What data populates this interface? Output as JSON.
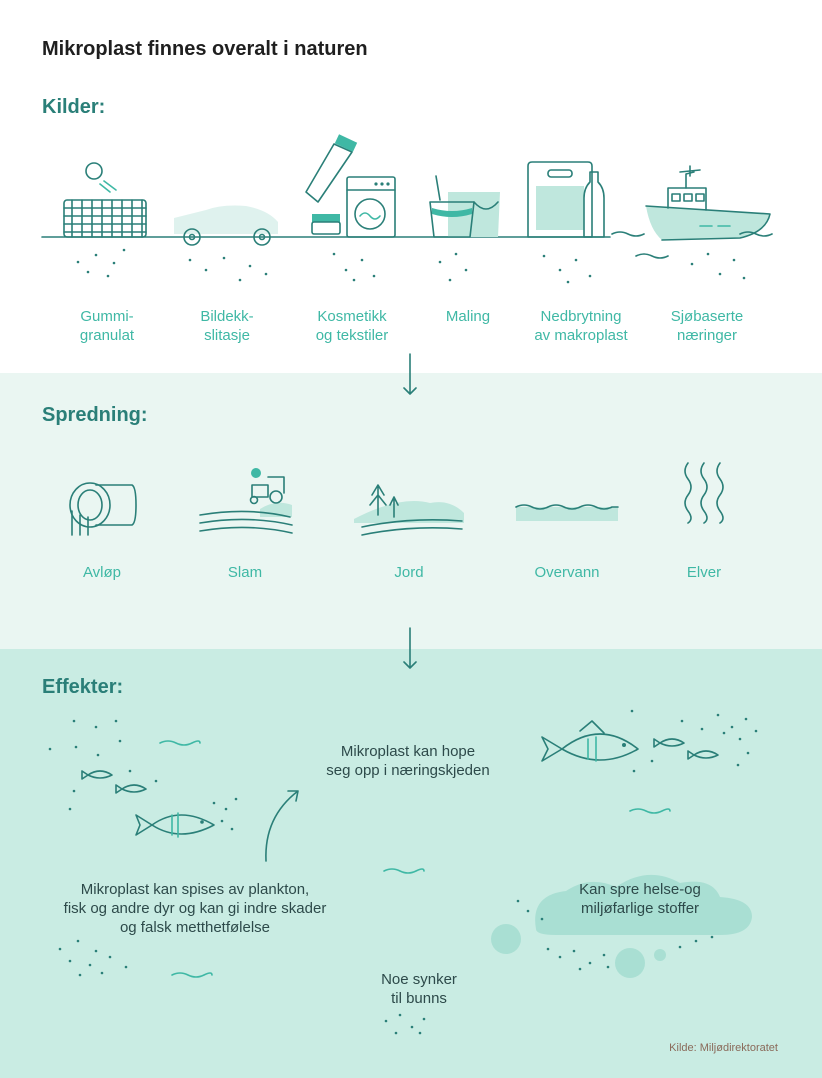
{
  "title": "Mikroplast finnes overalt i naturen",
  "sections": {
    "kilder": {
      "heading": "Kilder:",
      "items": [
        "Gummi-\ngranulat",
        "Bildekk-\nslitasje",
        "Kosmetikk\nog tekstiler",
        "Maling",
        "Nedbrytning\nav makroplast",
        "Sjøbaserte\nnæringer"
      ]
    },
    "spredning": {
      "heading": "Spredning:",
      "items": [
        "Avløp",
        "Slam",
        "Jord",
        "Overvann",
        "Elver"
      ]
    },
    "effekter": {
      "heading": "Effekter:",
      "texts": {
        "food_chain": "Mikroplast kan hope\nseg opp i næringskjeden",
        "eaten": "Mikroplast kan spises av plankton,\nfisk og andre dyr og kan gi indre skader\nog falsk metthetfølelse",
        "toxins": "Kan spre helse-og\nmiljøfarlige stoffer",
        "sinks": "Noe synker\ntil bunns"
      }
    }
  },
  "credit": "Kilde: Miljødirektoratet",
  "colors": {
    "teal_dark": "#2a7f78",
    "teal_light": "#3fb8a5",
    "band_light": "#eaf6f2",
    "band_mid": "#c9ece3"
  },
  "icons": [
    "playground-net-icon",
    "car-icon",
    "cosmetics-tube-icon",
    "washing-machine-icon",
    "paint-bucket-icon",
    "plastic-bag-bottle-icon",
    "fishing-boat-icon",
    "pipe-icon",
    "tractor-field-icon",
    "trees-land-icon",
    "surface-water-icon",
    "river-icon",
    "fish-icon",
    "arrow-down-icon",
    "curved-arrow-icon"
  ]
}
